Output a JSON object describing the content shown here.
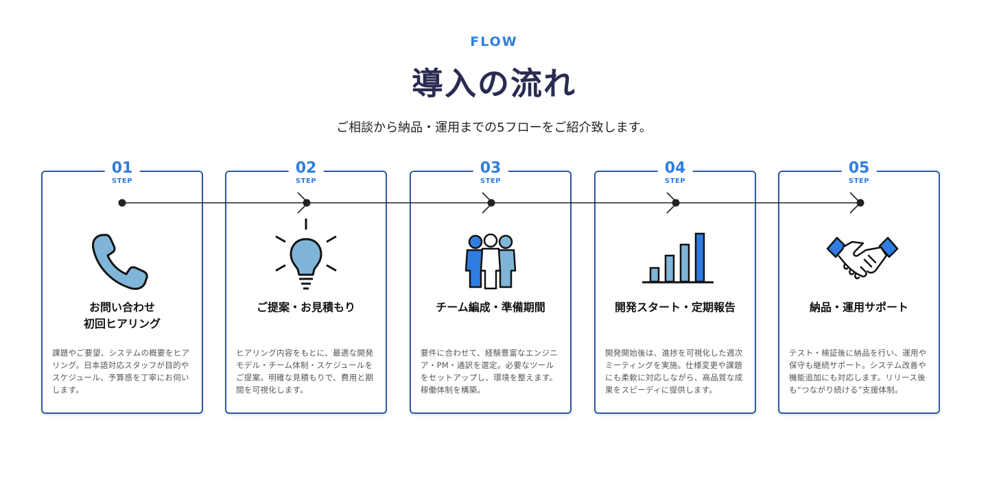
{
  "header": {
    "label": "FLOW",
    "title": "導入の流れ",
    "subtitle": "ご相談から納品・運用までの5フローをご紹介致します。"
  },
  "colors": {
    "accent": "#2f7de1",
    "border": "#2b5aa6",
    "title": "#2a2b52",
    "icon_fill": "#7fb5d8",
    "icon_dark": "#2f7de1"
  },
  "steps": [
    {
      "num": "01",
      "word": "STEP",
      "icon": "phone-icon",
      "title_line1": "お問い合わせ",
      "title_line2": "初回ヒアリング",
      "desc": "課題やご要望、システムの概要をヒアリング。日本語対応スタッフが目的やスケジュール、予算感を丁寧にお伺いします。"
    },
    {
      "num": "02",
      "word": "STEP",
      "icon": "lightbulb-icon",
      "title_line1": "ご提案・お見積もり",
      "title_line2": "",
      "desc": "ヒアリング内容をもとに、最適な開発モデル・チーム体制・スケジュールをご提案。明確な見積もりで、費用と期間を可視化します。"
    },
    {
      "num": "03",
      "word": "STEP",
      "icon": "team-icon",
      "title_line1": "チーム編成・準備期間",
      "title_line2": "",
      "desc": "要件に合わせて、経験豊富なエンジニア・PM・通訳を選定。必要なツールをセットアップし、環境を整えます。稼働体制を構築。"
    },
    {
      "num": "04",
      "word": "STEP",
      "icon": "bar-chart-icon",
      "title_line1": "開発スタート・定期報告",
      "title_line2": "",
      "desc": "開発開始後は、進捗を可視化した週次ミーティングを実施。仕様変更や課題にも柔軟に対応しながら、高品質な成果をスピーディに提供します。"
    },
    {
      "num": "05",
      "word": "STEP",
      "icon": "handshake-icon",
      "title_line1": "納品・運用サポート",
      "title_line2": "",
      "desc": "テスト・検証後に納品を行い、運用や保守も継続サポート。システム改善や機能追加にも対応します。リリース後も“つながり続ける”支援体制。"
    }
  ]
}
